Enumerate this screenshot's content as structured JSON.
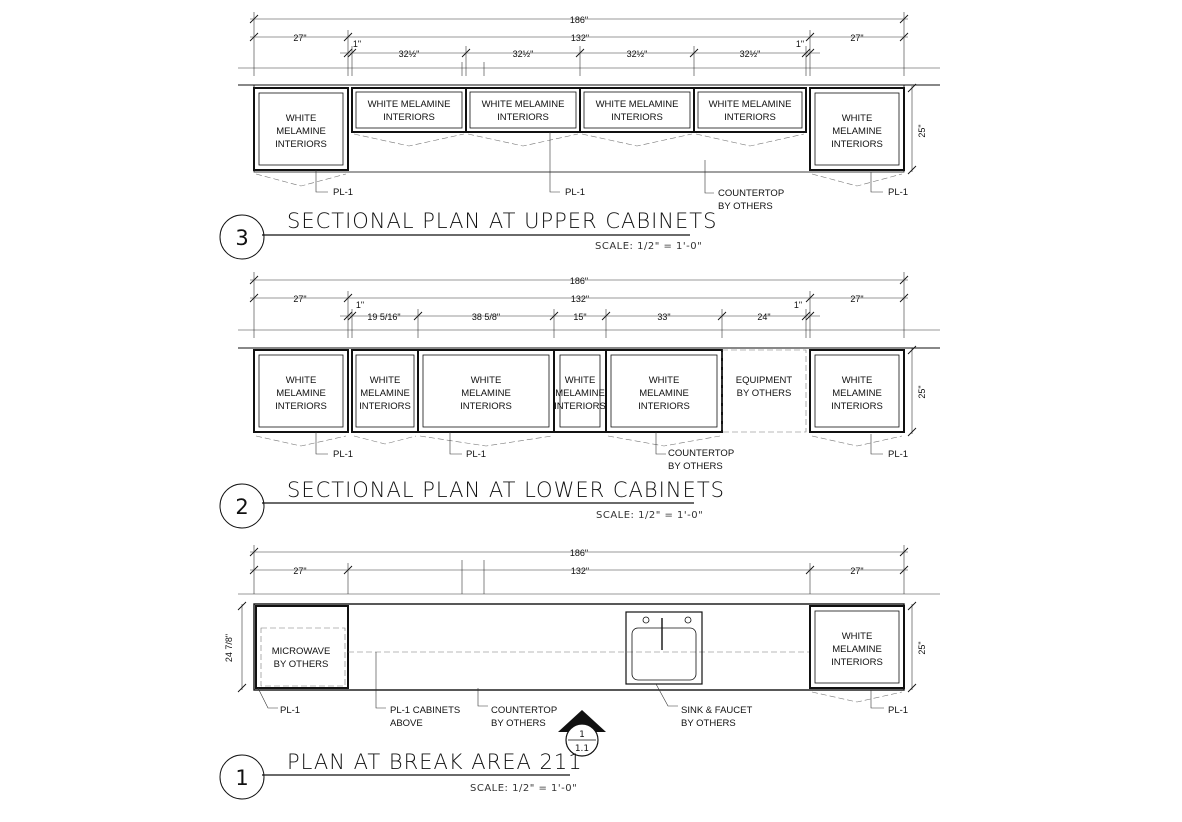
{
  "drawings": {
    "upper": {
      "number": "3",
      "title": "SECTIONAL PLAN AT UPPER CABINETS",
      "scale": "SCALE: 1/2\" = 1'-0\"",
      "dims": {
        "overall": "186\"",
        "left": "27\"",
        "middle": "132\"",
        "right": "27\"",
        "gap_left": "1\"",
        "gap_right": "1\"",
        "cab1": "32½\"",
        "cab2": "32½\"",
        "cab3": "32½\"",
        "cab4": "32½\"",
        "depth": "25\""
      },
      "cabinet_text": [
        "WHITE",
        "MELAMINE",
        "INTERIORS"
      ],
      "notes": {
        "pl1_left": "PL-1",
        "pl1_mid": "PL-1",
        "pl1_right": "PL-1",
        "countertop_1": "COUNTERTOP",
        "countertop_2": "BY OTHERS"
      }
    },
    "lower": {
      "number": "2",
      "title": "SECTIONAL PLAN AT LOWER CABINETS",
      "scale": "SCALE: 1/2\" = 1'-0\"",
      "dims": {
        "overall": "186\"",
        "left": "27\"",
        "middle": "132\"",
        "right": "27\"",
        "gap_left": "1\"",
        "gap_right": "1\"",
        "d1": "19 5/16\"",
        "d2": "38 5/8\"",
        "d3": "15\"",
        "d4": "33\"",
        "d5": "24\"",
        "depth": "25\""
      },
      "cabinet_text": [
        "WHITE",
        "MELAMINE",
        "INTERIORS"
      ],
      "equipment": [
        "EQUIPMENT",
        "BY OTHERS"
      ],
      "notes": {
        "pl1_left": "PL-1",
        "pl1_mid": "PL-1",
        "pl1_right": "PL-1",
        "countertop_1": "COUNTERTOP",
        "countertop_2": "BY OTHERS"
      }
    },
    "plan": {
      "number": "1",
      "title": "PLAN AT BREAK AREA 211",
      "scale": "SCALE: 1/2\" = 1'-0\"",
      "dims": {
        "overall": "186\"",
        "left": "27\"",
        "middle": "132\"",
        "right": "27\"",
        "depth_left": "24 7/8\"",
        "depth_right": "25\""
      },
      "microwave": [
        "MICROWAVE",
        "BY OTHERS"
      ],
      "cabinet_text": [
        "WHITE",
        "MELAMINE",
        "INTERIORS"
      ],
      "notes": {
        "pl1_left": "PL-1",
        "cabinets_1": "PL-1 CABINETS",
        "cabinets_2": "ABOVE",
        "countertop_1": "COUNTERTOP",
        "countertop_2": "BY OTHERS",
        "sink_1": "SINK & FAUCET",
        "sink_2": "BY OTHERS",
        "pl1_right": "PL-1"
      },
      "section_marker": {
        "top": "1",
        "bottom": "1.1"
      }
    }
  }
}
